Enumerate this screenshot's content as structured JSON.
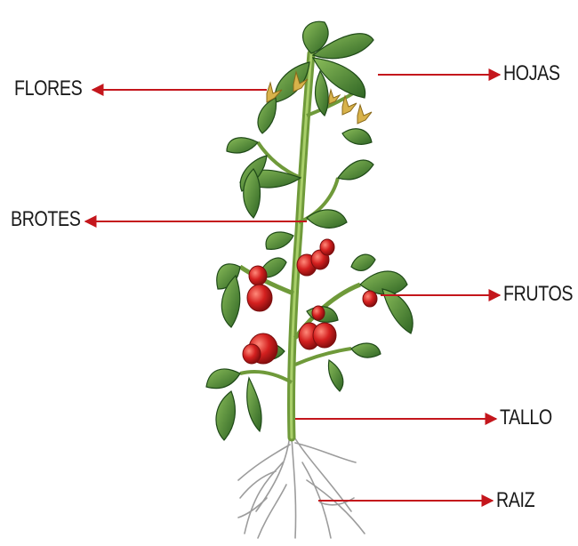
{
  "diagram": {
    "labels": {
      "flores": "FLORES",
      "hojas": "HOJAS",
      "brotes": "BROTES",
      "frutos": "FRUTOS",
      "tallo": "TALLO",
      "raiz": "RAIZ"
    },
    "arrow_color": "#c4161c",
    "stem_color": "#6f9a3a",
    "leaf_color": "#3f7a2e",
    "fruit_color": "#d4201f"
  }
}
